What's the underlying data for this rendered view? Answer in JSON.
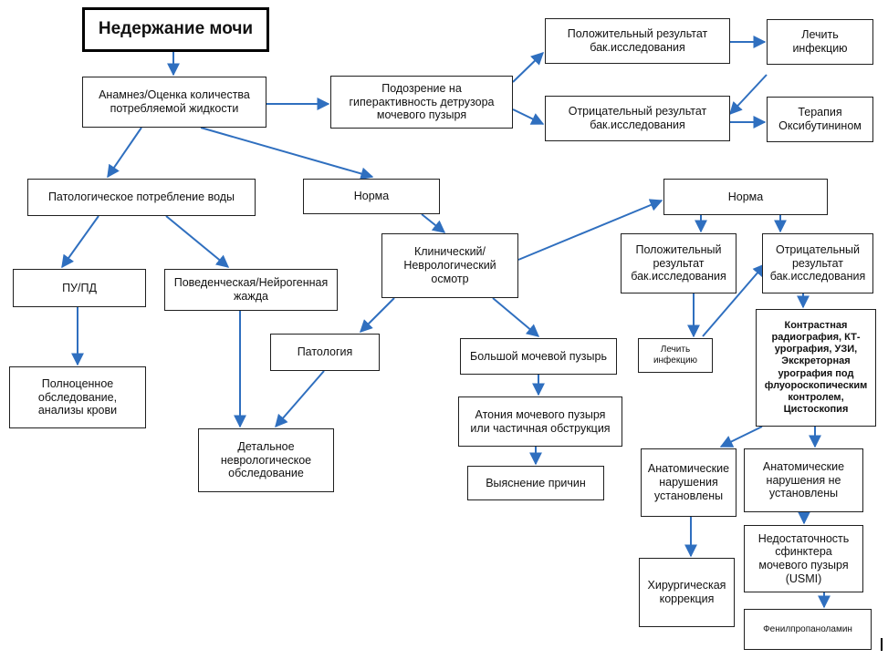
{
  "nodes": {
    "title": "Недержание мочи",
    "anamnesis": "Анамнез/Оценка количества\nпотребляемой жидкости",
    "suspect": "Подозрение на\nгиперактивность детрузора\nмочевого пузыря",
    "pos1": "Положительный результат\nбак.исследования",
    "treat1": "Лечить\nинфекцию",
    "neg1": "Отрицательный результат\nбак.исследования",
    "oxy": "Терапия\nОксибутинином",
    "patho_water": "Патологическое потребление воды",
    "norm1": "Норма",
    "norm2": "Норма",
    "clinical": "Клинический/\nНеврологический\nосмотр",
    "pos2": "Положительный\nрезультат\nбак.исследования",
    "neg2": "Отрицательный\nрезультат\nбак.исследования",
    "pupd": "ПУ/ПД",
    "behav": "Поведенческая/Нейрогенная\nжажда",
    "pathology": "Патология",
    "big_bladder": "Большой мочевой пузырь",
    "treat2": "Лечить\nинфекцию",
    "contrast": "Контрастная\nрадиография, КТ-\nурография, УЗИ,\nЭкскреторная\nурография под\nфлуороскопическим\nконтролем,\nЦистоскопия",
    "full_exam": "Полноценное\nобследование,\nанализы крови",
    "detailed": "Детальное\nневрологическое\nобследование",
    "atony": "Атония мочевого пузыря\nили частичная обструкция",
    "causes": "Выяснение причин",
    "anat_yes": "Анатомические\nнарушения\nустановлены",
    "anat_no": "Анатомические\nнарушения не\nустановлены",
    "usmi": "Недостаточность\nсфинктера\nмочевого пузыря\n(USMI)",
    "surgery": "Хирургическая\nкоррекция",
    "phenyl": "Фенилпропаноламин"
  }
}
